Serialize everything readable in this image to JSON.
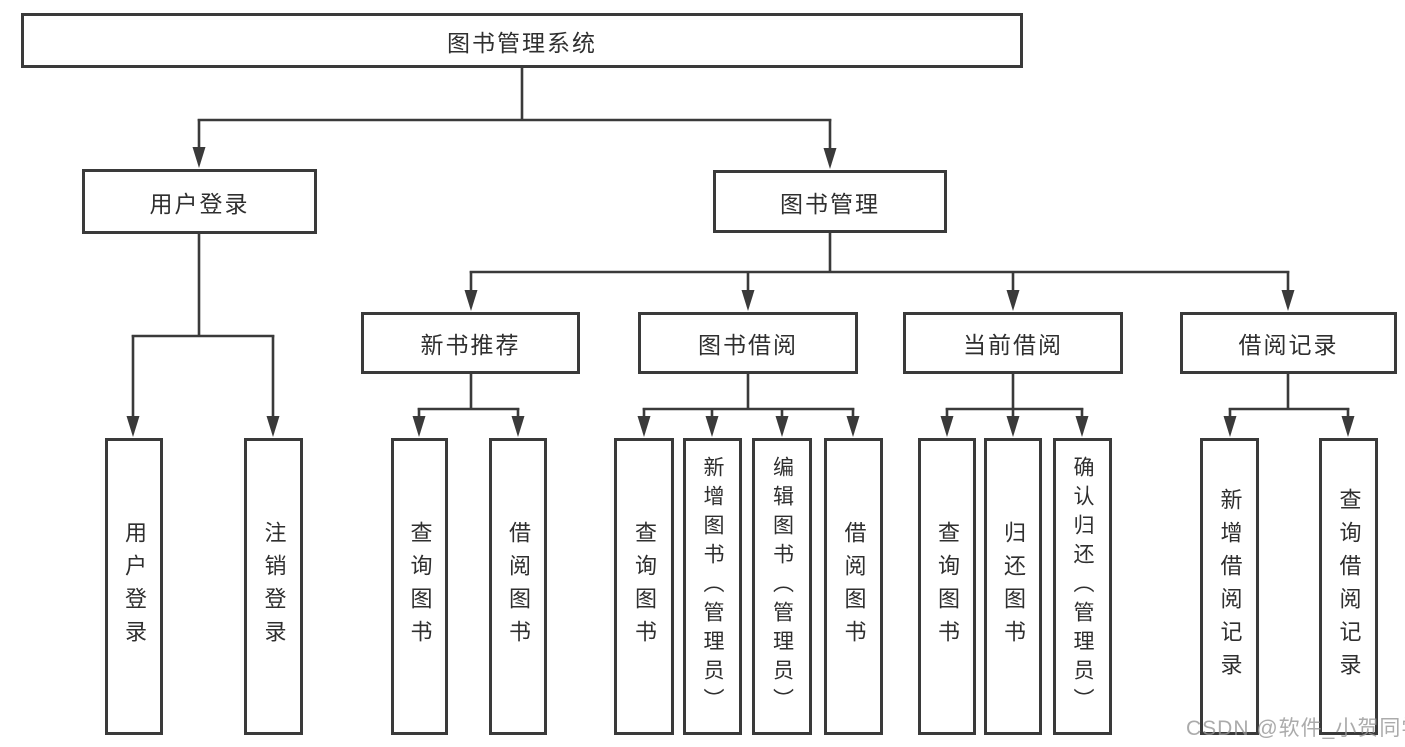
{
  "tree": {
    "label": "图书管理系统",
    "children": [
      {
        "label": "用户登录",
        "children": [
          {
            "label": "用户登录"
          },
          {
            "label": "注销登录"
          }
        ]
      },
      {
        "label": "图书管理",
        "children": [
          {
            "label": "新书推荐",
            "children": [
              {
                "label": "查询图书"
              },
              {
                "label": "借阅图书"
              }
            ]
          },
          {
            "label": "图书借阅",
            "children": [
              {
                "label": "查询图书"
              },
              {
                "label": "新增图书（管理员）"
              },
              {
                "label": "编辑图书（管理员）"
              },
              {
                "label": "借阅图书"
              }
            ]
          },
          {
            "label": "当前借阅",
            "children": [
              {
                "label": "查询图书"
              },
              {
                "label": "归还图书"
              },
              {
                "label": "确认归还（管理员）"
              }
            ]
          },
          {
            "label": "借阅记录",
            "children": [
              {
                "label": "新增借阅记录"
              },
              {
                "label": "查询借阅记录"
              }
            ]
          }
        ]
      }
    ]
  },
  "watermark": {
    "text": "CSDN @软件_小贺同学"
  },
  "colors": {
    "line": "#3a3a3a",
    "text": "#2f2f2f",
    "watermark": "#969696"
  }
}
